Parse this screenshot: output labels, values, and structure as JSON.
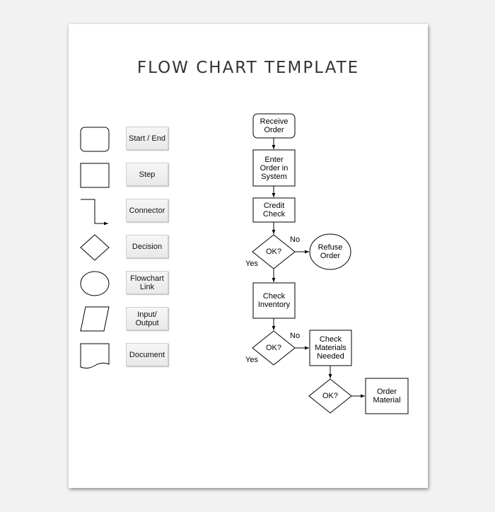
{
  "title": "FLOW CHART TEMPLATE",
  "legend": [
    "Start / End",
    "Step",
    "Connector",
    "Decision",
    "Flowchart\nLink",
    "Input/\nOutput",
    "Document"
  ],
  "nodes": {
    "receive": "Receive\nOrder",
    "enter": "Enter\nOrder in\nSystem",
    "credit": "Credit\nCheck",
    "ok1": "OK?",
    "refuse": "Refuse\nOrder",
    "inventory": "Check\nInventory",
    "ok2": "OK?",
    "materials": "Check\nMaterials\nNeeded",
    "ok3": "OK?",
    "order_material": "Order\nMaterial"
  },
  "edge_labels": {
    "no1": "No",
    "yes1": "Yes",
    "no2": "No",
    "yes2": "Yes"
  }
}
